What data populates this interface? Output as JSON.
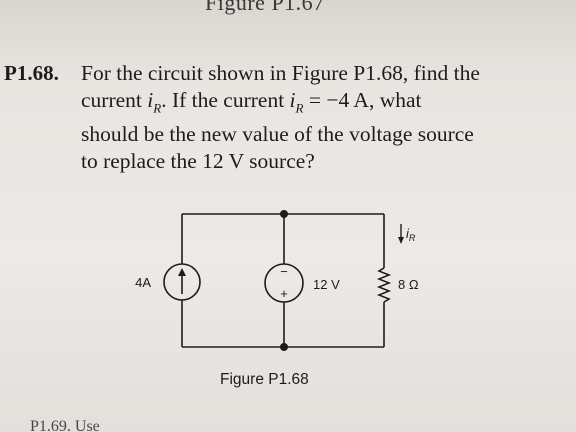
{
  "top_fragment": "Figure P1.67",
  "problem": {
    "number": "P1.68.",
    "line1": "For the circuit shown in Figure P1.68, find the",
    "line2_a": "current ",
    "line2_var": "i",
    "line2_sub": "R",
    "line2_b": ". If the current ",
    "line2_var2": "i",
    "line2_sub2": "R",
    "line2_c": " = −4 A, what",
    "line3": "should be the new value of the voltage source",
    "line4": "to replace the 12 V source?"
  },
  "circuit": {
    "current_source_label": "4A",
    "voltage_source_label": "12 V",
    "voltage_minus": "−",
    "voltage_plus": "+",
    "resistor_label": "8 Ω",
    "current_label_var": "i",
    "current_label_sub": "R"
  },
  "figure_caption": "Figure P1.68",
  "bottom_fragment": "P1.69. Use"
}
